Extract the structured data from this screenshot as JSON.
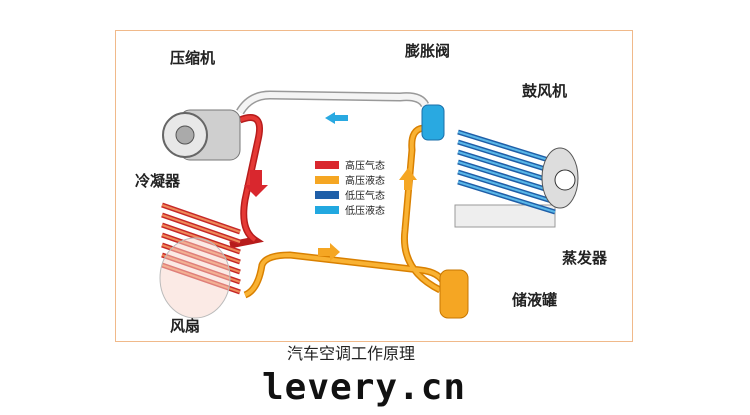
{
  "labels": {
    "compressor": "压缩机",
    "expansion_valve": "膨胀阀",
    "blower": "鼓风机",
    "condenser": "冷凝器",
    "evaporator": "蒸发器",
    "receiver": "储液罐",
    "fan": "风扇"
  },
  "legend": [
    {
      "label": "高压气态",
      "color": "#d9272e"
    },
    {
      "label": "高压液态",
      "color": "#f5a623"
    },
    {
      "label": "低压气态",
      "color": "#1f5fa8"
    },
    {
      "label": "低压液态",
      "color": "#22a8e0"
    }
  ],
  "caption": "汽车空调工作原理",
  "watermark": "levery.cn"
}
